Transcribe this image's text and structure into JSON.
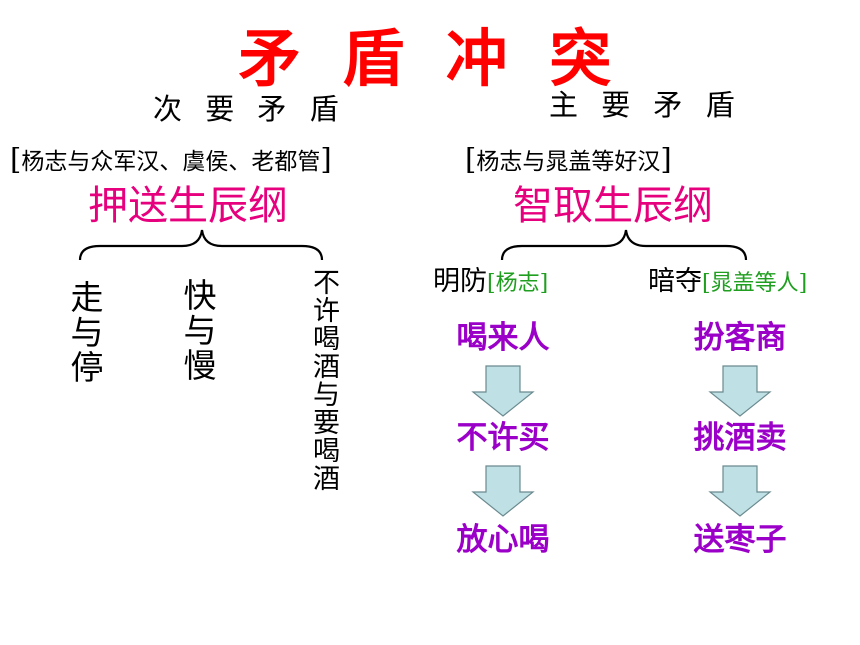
{
  "title": "矛 盾 冲 突",
  "colors": {
    "title": "#ff0000",
    "event": "#e6007e",
    "step": "#9b00c8",
    "note": "#1f9e1f",
    "arrow_fill": "#bfe0e4",
    "arrow_stroke": "#6a8a8f"
  },
  "left": {
    "heading": "次 要 矛 盾",
    "bracket_open": "[",
    "bracket_text": "杨志与众军汉、虞侯、老都管",
    "bracket_close": "]",
    "event": "押送生辰纲",
    "items": [
      "走与停",
      "快与慢",
      "不许喝酒与要喝酒"
    ]
  },
  "right": {
    "heading": "主 要 矛 盾",
    "bracket_open": "[",
    "bracket_text": "杨志与晁盖等好汉",
    "bracket_close": "]",
    "event": "智取生辰纲",
    "branches": [
      {
        "label": "明防",
        "note": "[杨志]",
        "steps": [
          "喝来人",
          "不许买",
          "放心喝"
        ]
      },
      {
        "label": "暗夺",
        "note": "[晁盖等人]",
        "steps": [
          "扮客商",
          "挑酒卖",
          "送枣子"
        ]
      }
    ]
  }
}
